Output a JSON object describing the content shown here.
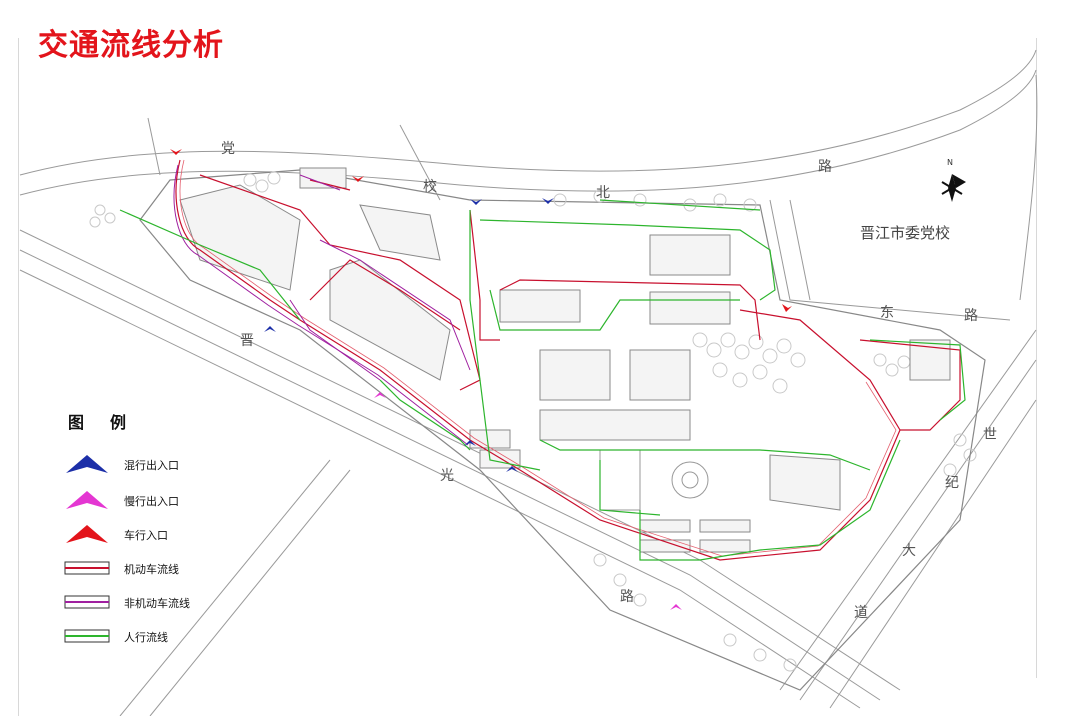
{
  "title": "交通流线分析",
  "labels": {
    "party_school": "晋江市委党校",
    "road_top": [
      "党",
      "校",
      "北",
      "路"
    ],
    "road_east": [
      "东",
      "路"
    ],
    "road_south": [
      "晋",
      "光",
      "路"
    ],
    "road_century": [
      "世",
      "纪",
      "大",
      "道"
    ],
    "north_mark": "N"
  },
  "legend": {
    "title": "图例",
    "items": [
      {
        "key": "mixed",
        "label": "混行出入口",
        "icon": "triangle-arrow-icon",
        "color": "#1c2fa8"
      },
      {
        "key": "slow",
        "label": "慢行出入口",
        "icon": "triangle-arrow-icon",
        "color": "#e436d2"
      },
      {
        "key": "vehicle",
        "label": "车行入口",
        "icon": "triangle-arrow-icon",
        "color": "#e3141b"
      },
      {
        "key": "motor_flow",
        "label": "机动车流线",
        "icon": "double-line-icon",
        "color": "#c8102e"
      },
      {
        "key": "nonmotor_flow",
        "label": "非机动车流线",
        "icon": "double-line-icon",
        "color": "#a020a0"
      },
      {
        "key": "ped_flow",
        "label": "人行流线",
        "icon": "double-line-icon",
        "color": "#2db52d"
      }
    ]
  },
  "colors": {
    "road_line": "#9a9a9a",
    "building": "#bdbdbd",
    "tree": "#c9c9c9",
    "motor": "#c8102e",
    "nonmotor": "#a020a0",
    "pedestrian": "#2db52d",
    "mixed_arrow": "#1c2fa8",
    "slow_arrow": "#e436d2",
    "vehicle_arrow": "#e3141b"
  }
}
